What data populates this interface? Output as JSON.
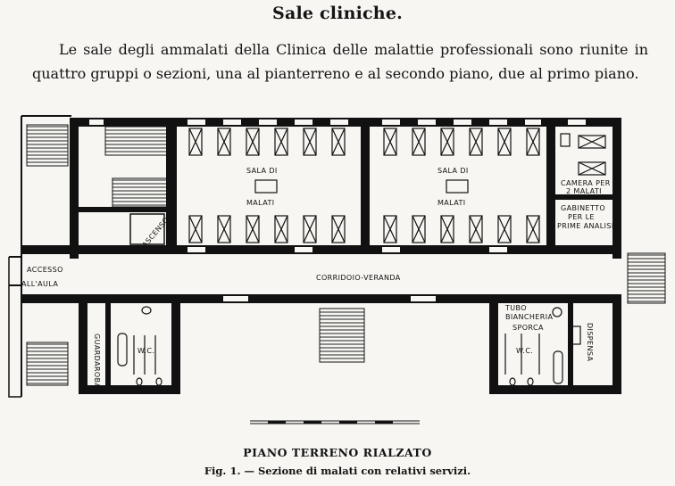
{
  "heading": "Sale cliniche.",
  "paragraph": "Le sale degli ammalati della Clinica delle malattie professionali sono riunite in quattro gruppi o sezioni, una al pianterreno e al secondo piano, due al primo piano.",
  "plan_labels": {
    "sala_1": [
      "SALA DI",
      "MALATI"
    ],
    "sala_2": [
      "SALA DI",
      "MALATI"
    ],
    "camera": [
      "CAMERA PER",
      "2 MALATI"
    ],
    "gabinetto": [
      "GABINETTO",
      "PER LE",
      "PRIME ANALISI"
    ],
    "ascensore": "ASCENSORE",
    "accesso": [
      "ACCESSO",
      "ALL'AULA"
    ],
    "corridoio": "CORRIDOIO-VERANDA",
    "guardaroba": "GUARDAROBA",
    "wc_left": "W.C.",
    "tubo": [
      "TUBO",
      "BIANCHERIA",
      "SPORCA"
    ],
    "wc_right": "W.C.",
    "dispensa": "DISPENSA"
  },
  "caption": {
    "line1": "PIANO TERRENO RIALZATO",
    "line2": "Fig. 1. — Sezione di malati con relativi servizi."
  }
}
